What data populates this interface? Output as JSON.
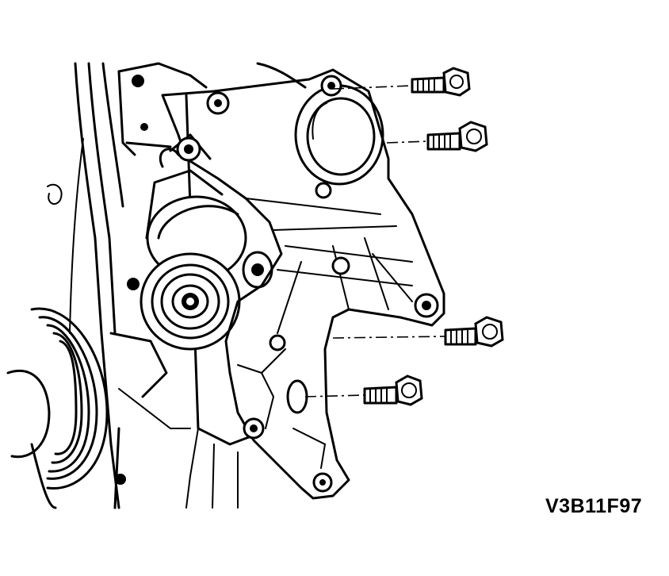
{
  "figure": {
    "code": "V3B11F97",
    "parts": [
      "engine-block-outline",
      "crankshaft-pulley",
      "idler-pulley",
      "tensioner",
      "mounting-bracket",
      "bolt-1",
      "bolt-2",
      "bolt-3",
      "bolt-4"
    ],
    "bolt_count": 4
  }
}
